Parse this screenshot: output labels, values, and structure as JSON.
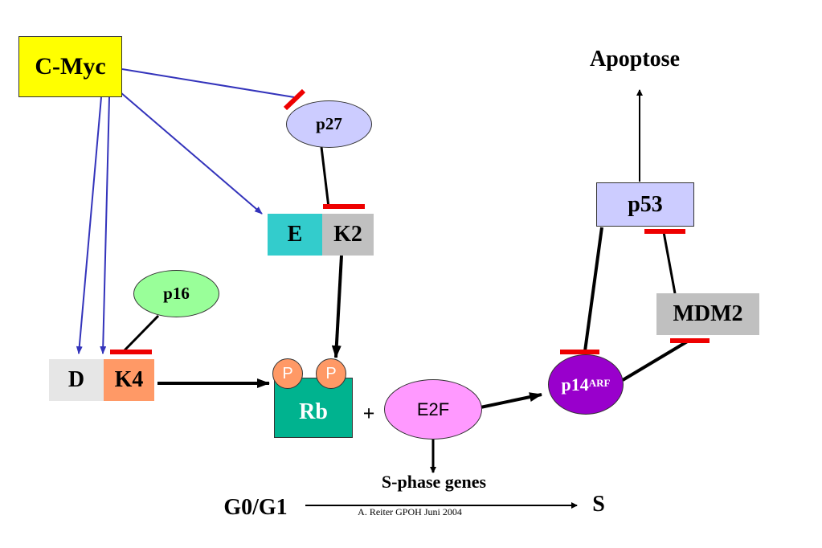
{
  "diagram": {
    "nodes": {
      "cmyc": {
        "label": "C-Myc"
      },
      "p27": {
        "label": "p27"
      },
      "e": {
        "label": "E"
      },
      "k2": {
        "label": "K2"
      },
      "p16": {
        "label": "p16"
      },
      "d": {
        "label": "D"
      },
      "k4": {
        "label": "K4"
      },
      "rb": {
        "label": "Rb"
      },
      "phos": {
        "label": "P"
      },
      "e2f": {
        "label": "E2F"
      },
      "p14": {
        "label": "p14",
        "sup": "ARF"
      },
      "p53": {
        "label": "p53"
      },
      "mdm2": {
        "label": "MDM2"
      }
    },
    "labels": {
      "apoptose": "Apoptose",
      "plus": "+",
      "s_phase_genes": "S-phase genes",
      "g0g1": "G0/G1",
      "s": "S",
      "credit": "A. Reiter GPOH Juni 2004"
    },
    "colors": {
      "activation_arrow": "#3333bb",
      "inhibition_bar": "#ee0000",
      "cmyc_fill": "#ffff00",
      "p27_fill": "#ccccff",
      "e_fill": "#33cccc",
      "k2_fill": "#c0c0c0",
      "p16_fill": "#99ff99",
      "d_fill": "#e6e6e6",
      "k4_fill": "#ff9966",
      "rb_fill": "#00b38f",
      "phos_fill": "#ff9966",
      "e2f_fill": "#ff99ff",
      "p14_fill": "#9900cc",
      "p53_fill": "#ccccff",
      "mdm2_fill": "#c0c0c0"
    }
  }
}
